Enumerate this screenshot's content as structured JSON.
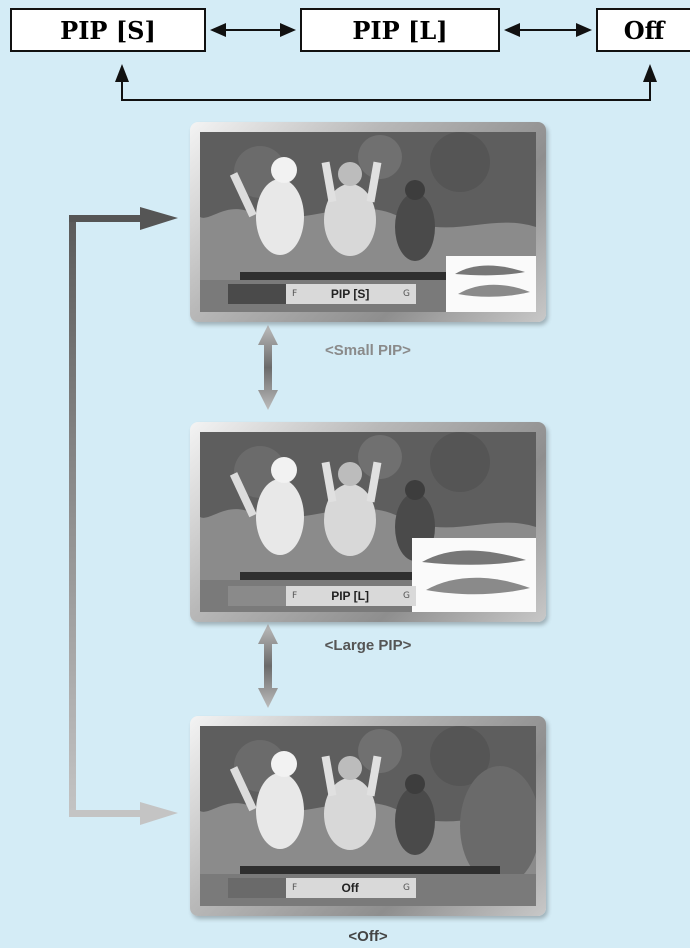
{
  "modes": {
    "pip_small": "PIP [S]",
    "pip_large": "PIP [L]",
    "off": "Off"
  },
  "screens": [
    {
      "osd_left": "F",
      "osd_label": "PIP [S]",
      "osd_right": "G",
      "caption": "<Small PIP>"
    },
    {
      "osd_left": "F",
      "osd_label": "PIP [L]",
      "osd_right": "G",
      "caption": "<Large PIP>"
    },
    {
      "osd_left": "F",
      "osd_label": "Off",
      "osd_right": "G",
      "caption": "<Off>"
    }
  ],
  "colors": {
    "background": "#d4ecf6",
    "arrow_dark": "#555555",
    "arrow_light": "#bdbdbd"
  }
}
